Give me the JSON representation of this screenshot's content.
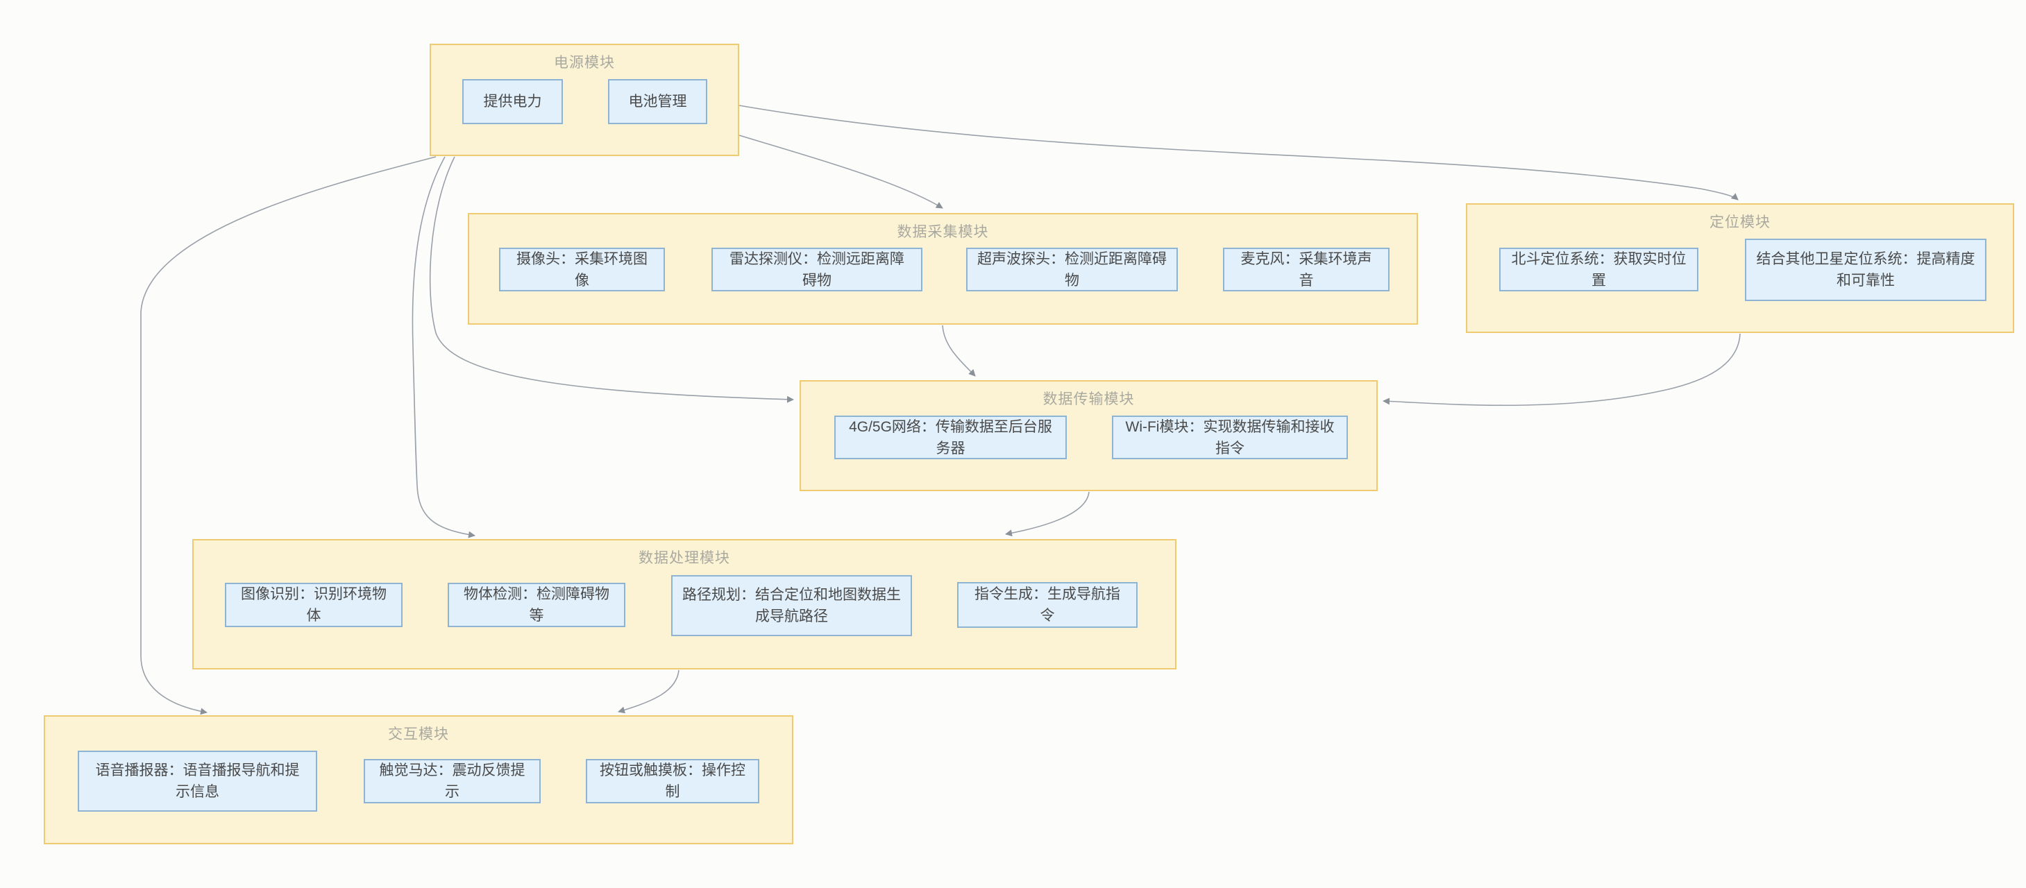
{
  "modules": [
    {
      "id": "power",
      "title": "电源模块",
      "children": [
        "提供电力",
        "电池管理"
      ]
    },
    {
      "id": "data-collection",
      "title": "数据采集模块",
      "children": [
        "摄像头：采集环境图像",
        "雷达探测仪：检测远距离障碍物",
        "超声波探头：检测近距离障碍物",
        "麦克风：采集环境声音"
      ]
    },
    {
      "id": "positioning",
      "title": "定位模块",
      "children": [
        "北斗定位系统：获取实时位置",
        "结合其他卫星定位系统：提高精度和可靠性"
      ]
    },
    {
      "id": "data-transmission",
      "title": "数据传输模块",
      "children": [
        "4G/5G网络：传输数据至后台服务器",
        "Wi-Fi模块：实现数据传输和接收指令"
      ]
    },
    {
      "id": "data-processing",
      "title": "数据处理模块",
      "children": [
        "图像识别：识别环境物体",
        "物体检测：检测障碍物等",
        "路径规划：结合定位和地图数据生成导航路径",
        "指令生成：生成导航指令"
      ]
    },
    {
      "id": "interaction",
      "title": "交互模块",
      "children": [
        "语音播报器：语音播报导航和提示信息",
        "触觉马达：震动反馈提示",
        "按钮或触摸板：操作控制"
      ]
    }
  ],
  "edges": [
    {
      "from": "电源模块",
      "to": "数据采集模块"
    },
    {
      "from": "电源模块",
      "to": "定位模块"
    },
    {
      "from": "电源模块",
      "to": "数据传输模块"
    },
    {
      "from": "电源模块",
      "to": "数据处理模块"
    },
    {
      "from": "电源模块",
      "to": "交互模块"
    },
    {
      "from": "数据采集模块",
      "to": "数据传输模块"
    },
    {
      "from": "定位模块",
      "to": "数据传输模块"
    },
    {
      "from": "数据传输模块",
      "to": "数据处理模块"
    },
    {
      "from": "数据处理模块",
      "to": "交互模块"
    }
  ],
  "colors": {
    "module_fill": "#fcf3d5",
    "module_border": "#efca70",
    "node_fill": "#e1f0fb",
    "node_border": "#8fb3d3",
    "module_title_text": "#a9a9a0",
    "node_text": "#4a4a4a",
    "edge_line": "#9aa0a8",
    "arrowhead": "#8b9199",
    "background": "#fcfcfb"
  }
}
